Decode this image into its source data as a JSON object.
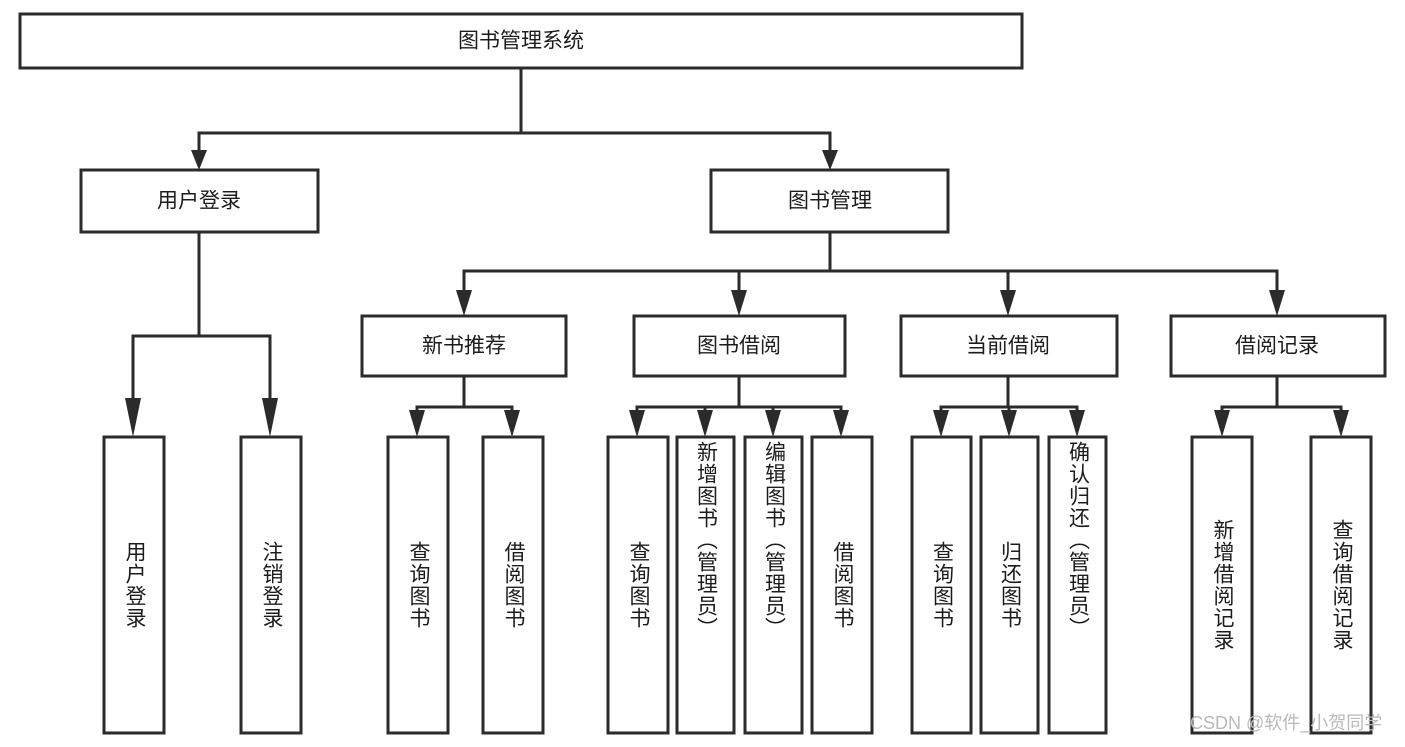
{
  "diagram": {
    "title": "图书管理系统",
    "type": "tree-hierarchy-diagram",
    "orientation": "top-down",
    "colors": {
      "stroke": "#2b2b2b",
      "fill": "#ffffff",
      "text": "#1c1c1c",
      "watermark": "#b9b9b9"
    },
    "root": {
      "label": "图书管理系统"
    },
    "level2": [
      {
        "label": "用户登录"
      },
      {
        "label": "图书管理"
      }
    ],
    "level3": [
      {
        "label": "新书推荐"
      },
      {
        "label": "图书借阅"
      },
      {
        "label": "当前借阅"
      },
      {
        "label": "借阅记录"
      }
    ],
    "leaves": {
      "user_login": [
        {
          "label": "用户登录"
        },
        {
          "label": "注销登录"
        }
      ],
      "new_book_recommend": [
        {
          "label": "查询图书"
        },
        {
          "label": "借阅图书"
        }
      ],
      "book_borrow": [
        {
          "label": "查询图书"
        },
        {
          "label": "新增图书（管理员）"
        },
        {
          "label": "编辑图书（管理员）"
        },
        {
          "label": "借阅图书"
        }
      ],
      "current_borrow": [
        {
          "label": "查询图书"
        },
        {
          "label": "归还图书"
        },
        {
          "label": "确认归还（管理员）"
        }
      ],
      "borrow_record": [
        {
          "label": "新增借阅记录"
        },
        {
          "label": "查询借阅记录"
        }
      ]
    }
  },
  "watermark": {
    "text": "CSDN @软件_小贺同学"
  }
}
